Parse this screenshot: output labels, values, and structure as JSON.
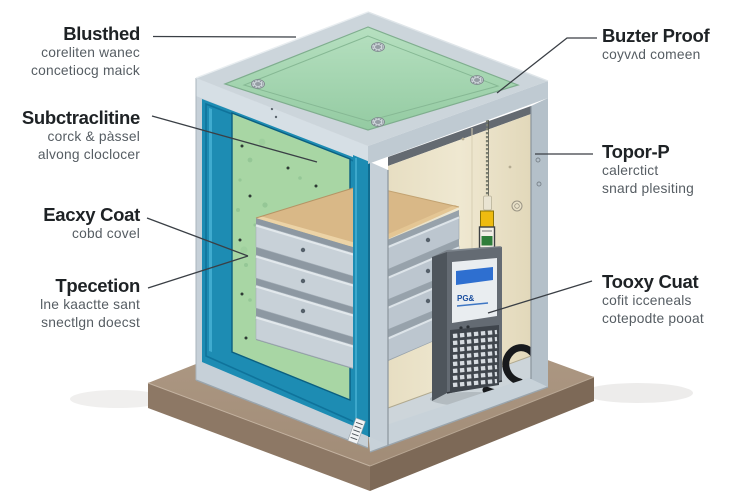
{
  "labels": {
    "left": [
      {
        "title": "Blusthed",
        "lines": [
          "coreliten wanec",
          "concetiocg maick"
        ]
      },
      {
        "title": "Subctraclitine",
        "lines": [
          "corck & pàssel",
          "alvong cloclocer"
        ]
      },
      {
        "title": "Eacxy Coat",
        "lines": [
          "cobd covel",
          ""
        ]
      },
      {
        "title": "Tpecetion",
        "lines": [
          "lne kaactte sant",
          "snectlgn doecst"
        ]
      }
    ],
    "right": [
      {
        "title": "Buzter Proof",
        "lines": [
          "coyvʌd comeen",
          ""
        ]
      },
      {
        "title": "Topor-P",
        "lines": [
          "calerctict",
          "snard plesiting"
        ]
      },
      {
        "title": "Tooxy Cuat",
        "lines": [
          "cofit icceneals",
          "cotepodte pooat"
        ]
      }
    ]
  },
  "device": {
    "logo": "PG&"
  },
  "colors": {
    "background": "#ffffff",
    "top_panel_mint": "#9fd3ac",
    "frame_gray": "#c6d0d8",
    "teal_frame": "#1d8cb3",
    "insulation_green": "#a8d6a4",
    "interior_beige": "#ece4cb",
    "drawer_top_tan": "#d9b887",
    "drawer_gray": "#c8d1d8",
    "base_brown": "#a9947f",
    "device_gray": "#5a6168",
    "screen_blue": "#2e6fd0",
    "tag_yellow": "#eebb10",
    "leader_line": "#3a3f45"
  }
}
